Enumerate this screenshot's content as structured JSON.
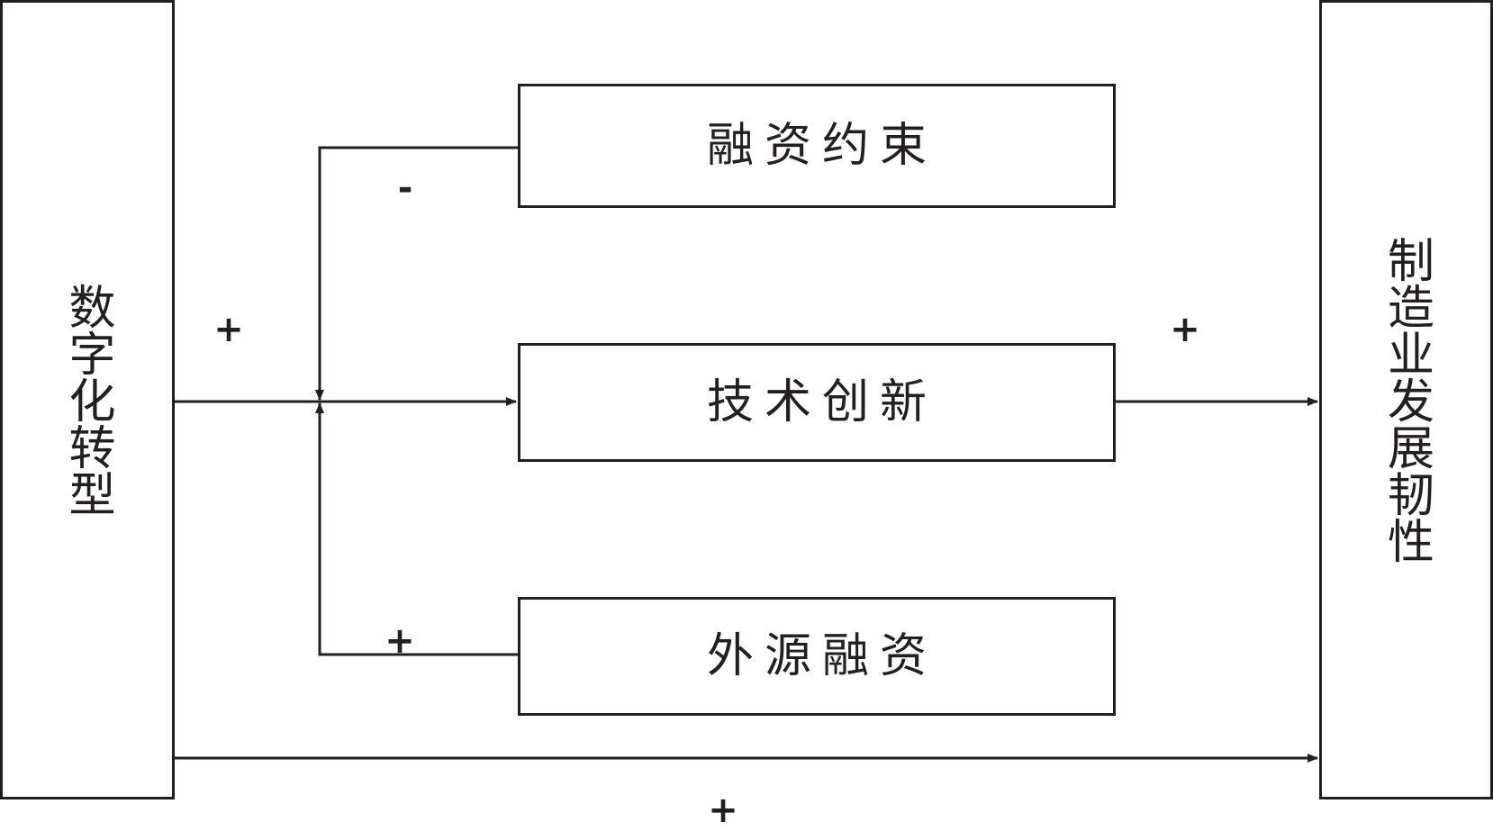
{
  "nodes": {
    "digital_transformation": "数字化转型",
    "manufacturing_resilience": "制造业发展韧性",
    "financing_constraint": "融资约束",
    "technological_innovation": "技术创新",
    "external_financing": "外源融资"
  },
  "signs": {
    "financing_constraint_effect": "-",
    "external_financing_effect": "+",
    "digital_to_innovation": "+",
    "innovation_to_resilience": "+",
    "direct_effect": "+"
  },
  "colors": {
    "stroke": "#231f20",
    "background": "#ffffff"
  }
}
